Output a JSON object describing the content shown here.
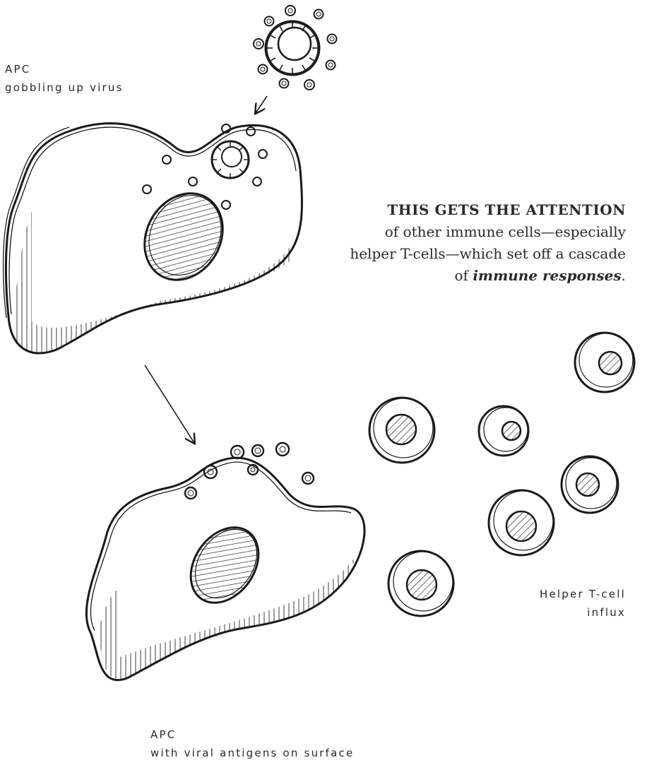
{
  "labels": {
    "apc_top_line1": "APC",
    "apc_top_line2": "gobbling up virus",
    "apc_bottom_line1": "APC",
    "apc_bottom_line2": "with viral antigens on surface",
    "tcell_line1": "Helper T-cell",
    "tcell_line2": "influx"
  },
  "callout": {
    "lead": "THIS GETS THE ATTENTION",
    "line2": "of other immune cells—especially",
    "line3": "helper T-cells—which set off a cascade",
    "line4_prefix": "of ",
    "line4_emphasis": "immune responses",
    "line4_suffix": "."
  },
  "colors": {
    "ink": "#1a1a1a",
    "text": "#2a2a2a",
    "paper": "#ffffff"
  }
}
